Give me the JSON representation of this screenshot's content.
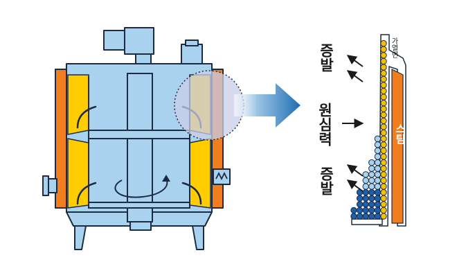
{
  "labels": {
    "evaporation_top": "증발",
    "centrifugal": "원심력",
    "evaporation_bottom": "증발",
    "heating_surface": "가열면",
    "steam": "스팀"
  },
  "colors": {
    "vessel": "#a9d2ef",
    "jacket": "#f07d1e",
    "film": "#ffcc00",
    "outline": "#1d2a44",
    "arrow": "#1f6fb2",
    "ball_yellow": "#f2c100",
    "ball_light": "#a9d2ef",
    "ball_blue": "#1f5ea8",
    "magnifier": "#c9cde9"
  }
}
